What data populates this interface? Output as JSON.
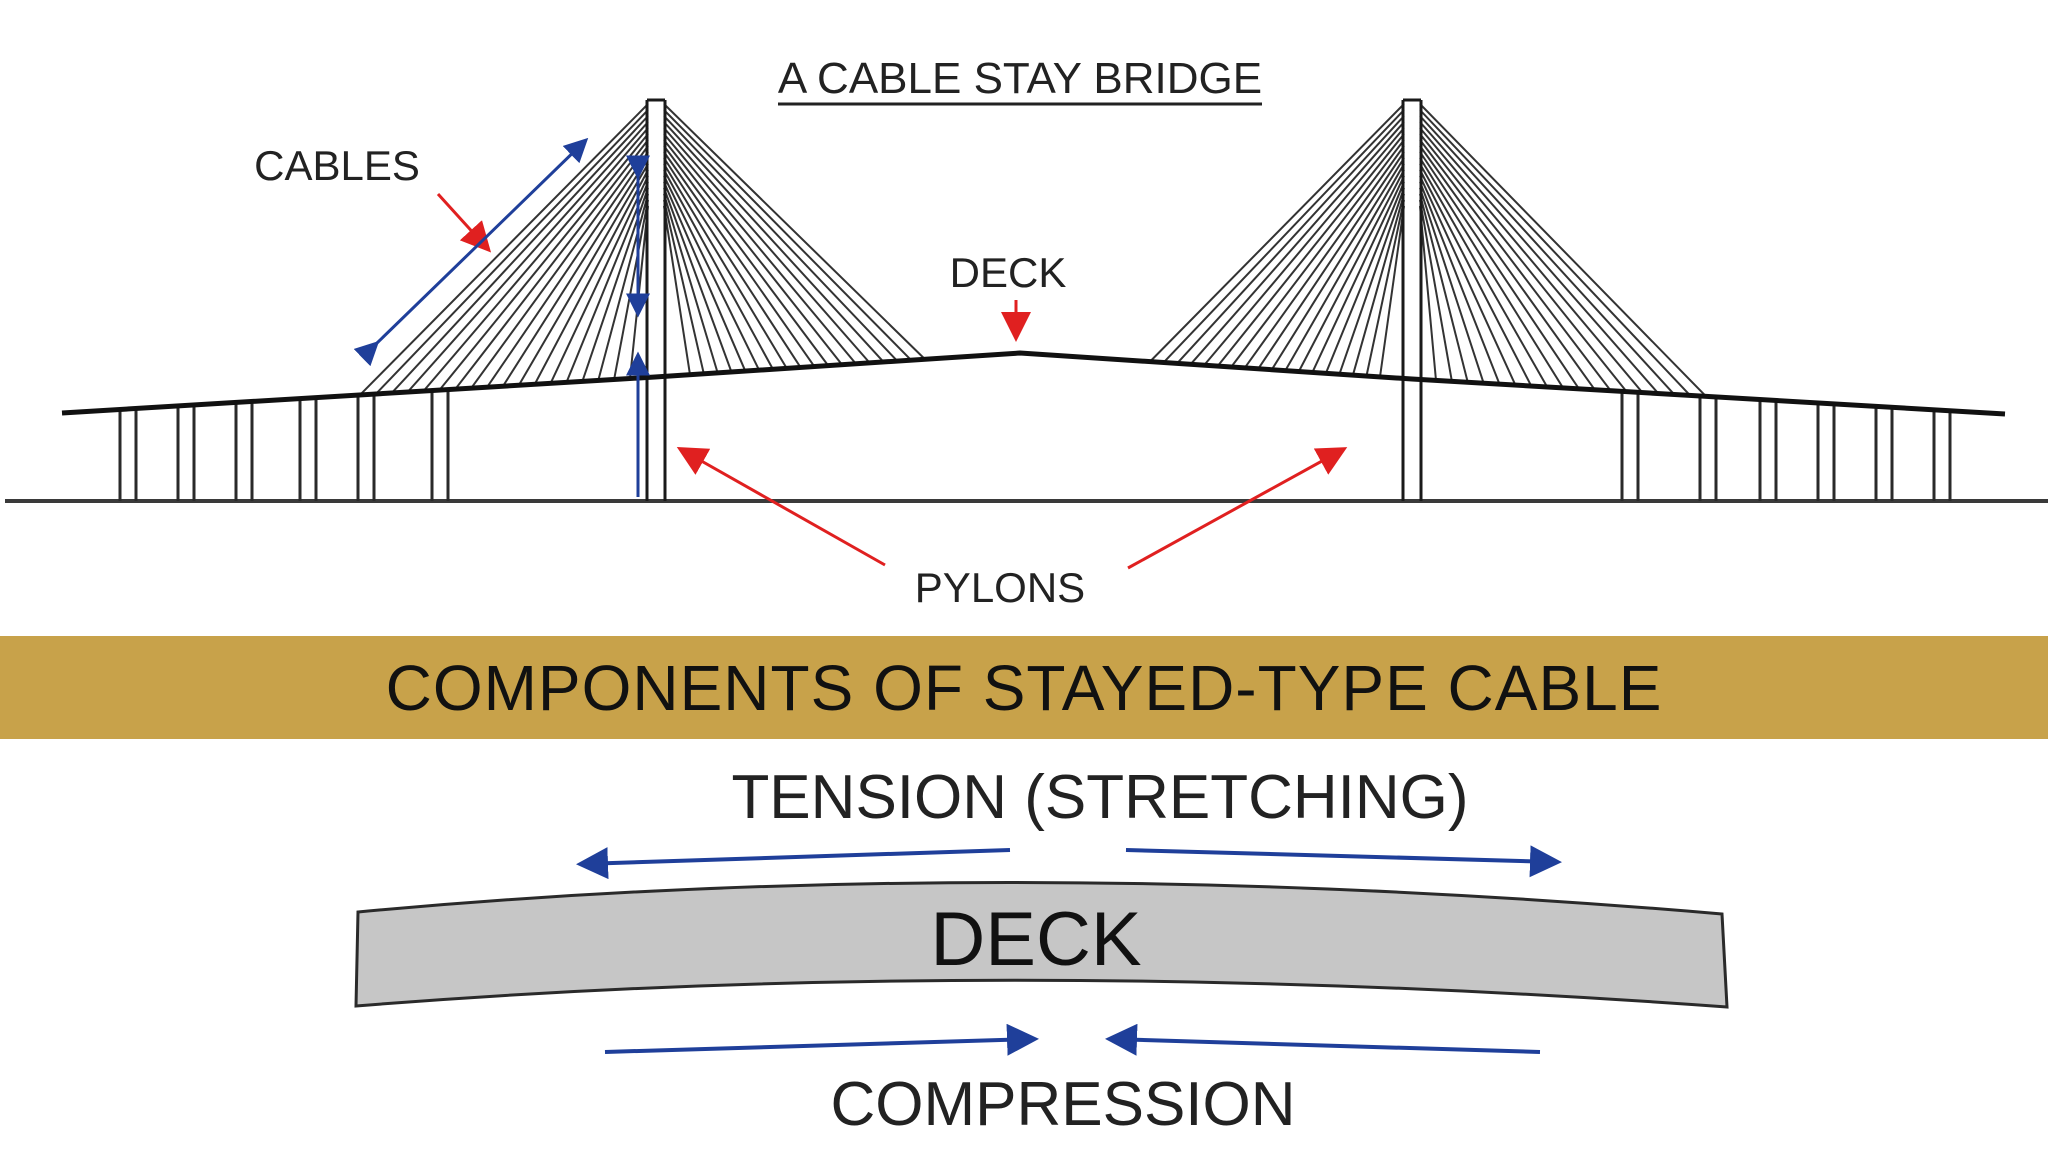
{
  "colors": {
    "banner": "#c8a24a",
    "line": "#1a1a1a",
    "cable": "#333333",
    "red_arrow": "#e02020",
    "blue_arrow": "#1f3f9a",
    "deck_fill": "#c6c6c6"
  },
  "diagram_top": {
    "title": "A CABLE STAY BRIDGE",
    "labels": {
      "cables": "CABLES",
      "deck": "DECK",
      "pylons": "PYLONS"
    }
  },
  "banner": {
    "title": "COMPONENTS OF STAYED-TYPE CABLE"
  },
  "diagram_bottom": {
    "tension": "TENSION (STRETCHING)",
    "deck": "DECK",
    "compression": "COMPRESSION"
  }
}
